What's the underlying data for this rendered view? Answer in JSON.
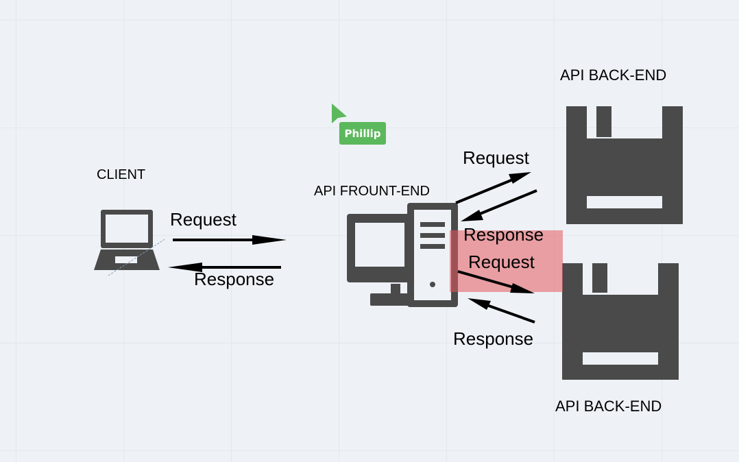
{
  "diagram": {
    "client": {
      "label": "CLIENT"
    },
    "frontend": {
      "label": "API FROUNT-END"
    },
    "backend_top": {
      "label": "API BACK-END"
    },
    "backend_bottom": {
      "label": "API BACK-END"
    },
    "edges": {
      "client_request": "Request",
      "client_response": "Response",
      "top_request": "Request",
      "top_response": "Response",
      "bottom_request": "Request",
      "bottom_response": "Response"
    }
  },
  "collaborator": {
    "name": "Phillip",
    "color": "#5cb85c"
  },
  "colors": {
    "icon": "#4a4a4a",
    "selection": "#e45a5f",
    "arrow": "#000000"
  },
  "icons": {
    "client": "laptop-icon",
    "frontend": "desktop-computer-icon",
    "backend": "floppy-disk-icon",
    "cursor": "pointer-cursor-icon"
  }
}
